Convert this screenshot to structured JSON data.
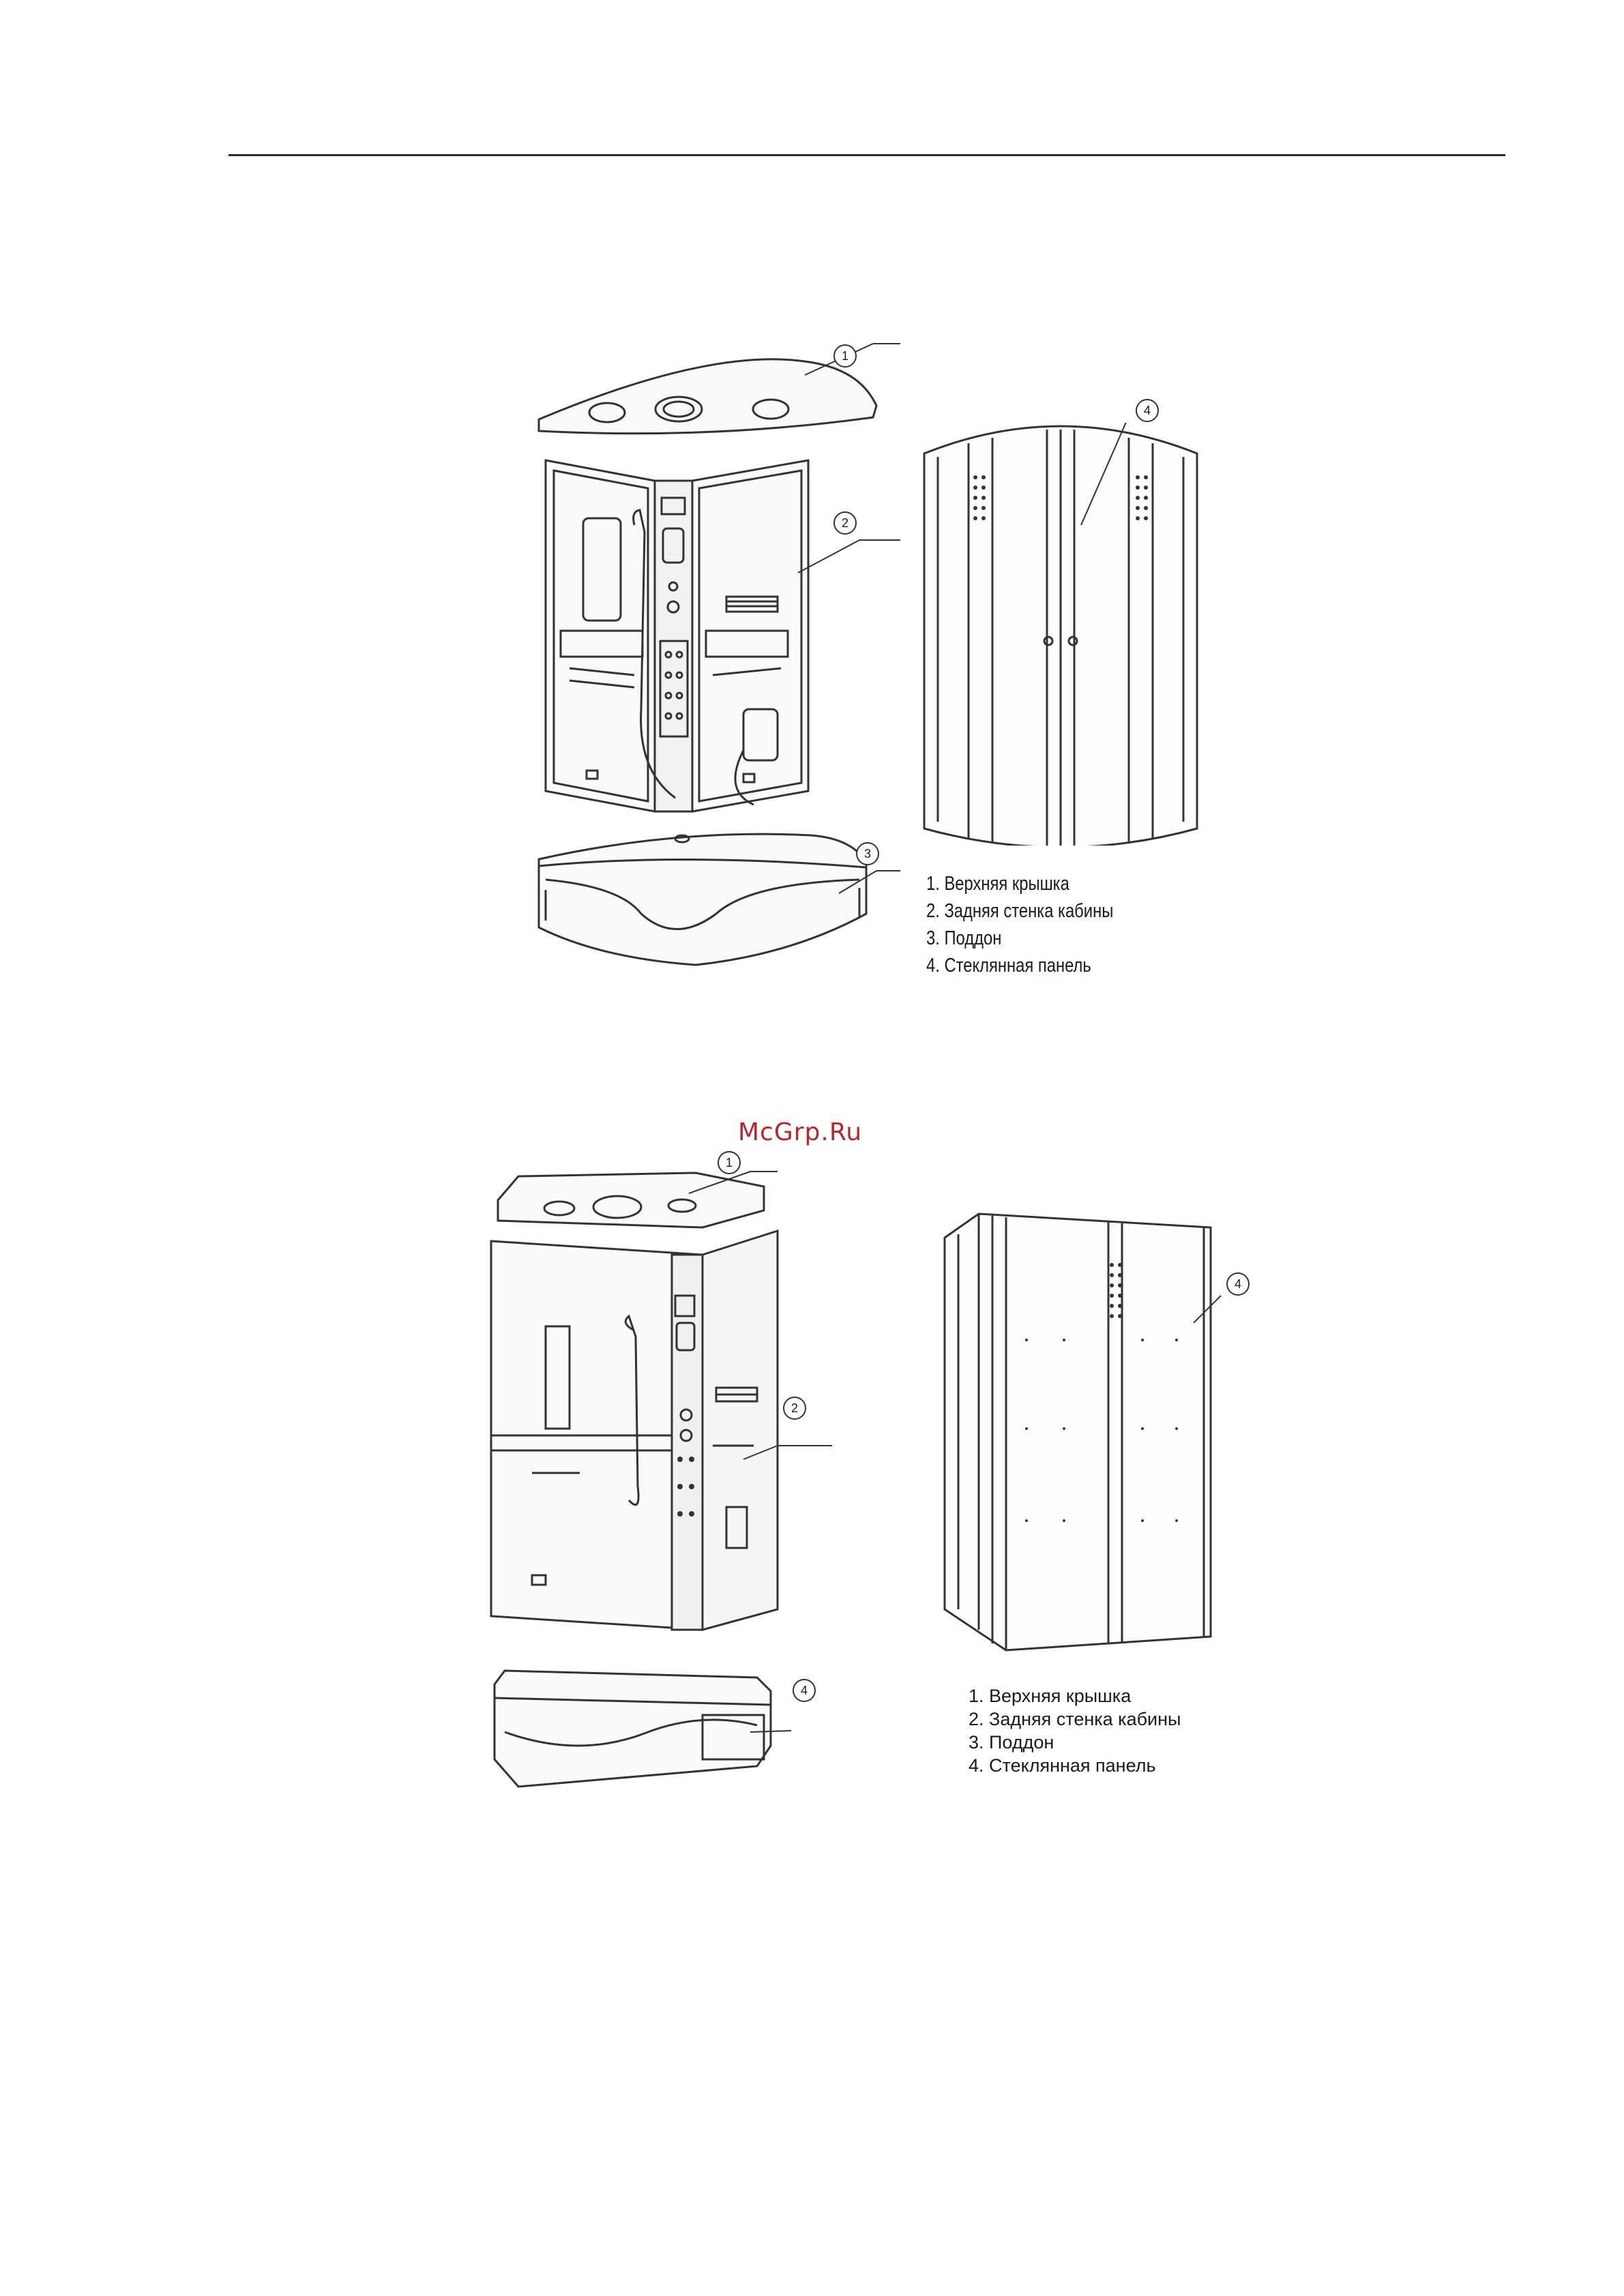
{
  "watermark": "McGrp.Ru",
  "figure_round": {
    "callouts": [
      "1",
      "2",
      "3",
      "4"
    ],
    "legend": [
      "1. Верхняя крышка",
      "2. Задняя стенка кабины",
      "3. Поддон",
      "4. Стеклянная панель"
    ]
  },
  "figure_rect": {
    "callouts": [
      "1",
      "2",
      "4",
      "4"
    ],
    "legend": [
      "1. Верхняя крышка",
      "2. Задняя стенка кабины",
      "3. Поддон",
      "4. Стеклянная панель"
    ]
  }
}
